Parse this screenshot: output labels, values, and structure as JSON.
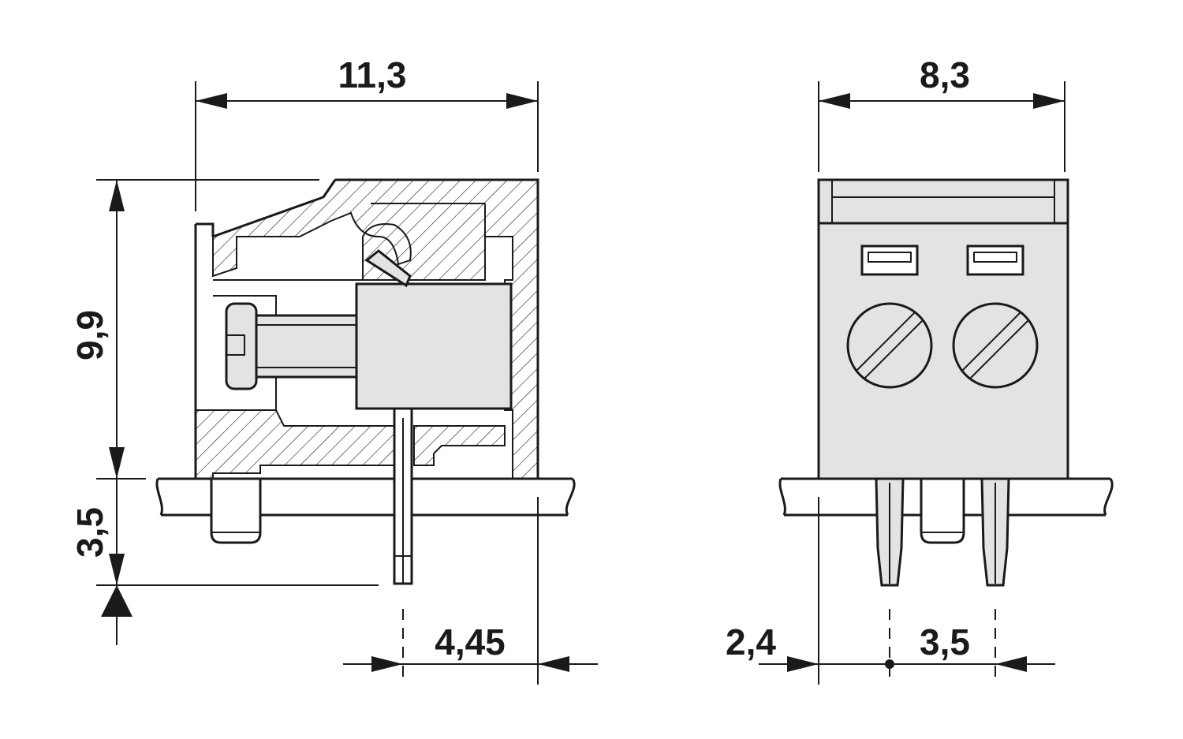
{
  "dimensions": {
    "side_width": "11,3",
    "side_height": "9,9",
    "pin_length": "3,5",
    "pin_offset": "4,45",
    "front_width": "8,3",
    "edge_offset": "2,4",
    "pitch": "3,5"
  },
  "colors": {
    "line": "#1a1a1a",
    "fill": "#e3e3e3",
    "background": "#ffffff"
  }
}
